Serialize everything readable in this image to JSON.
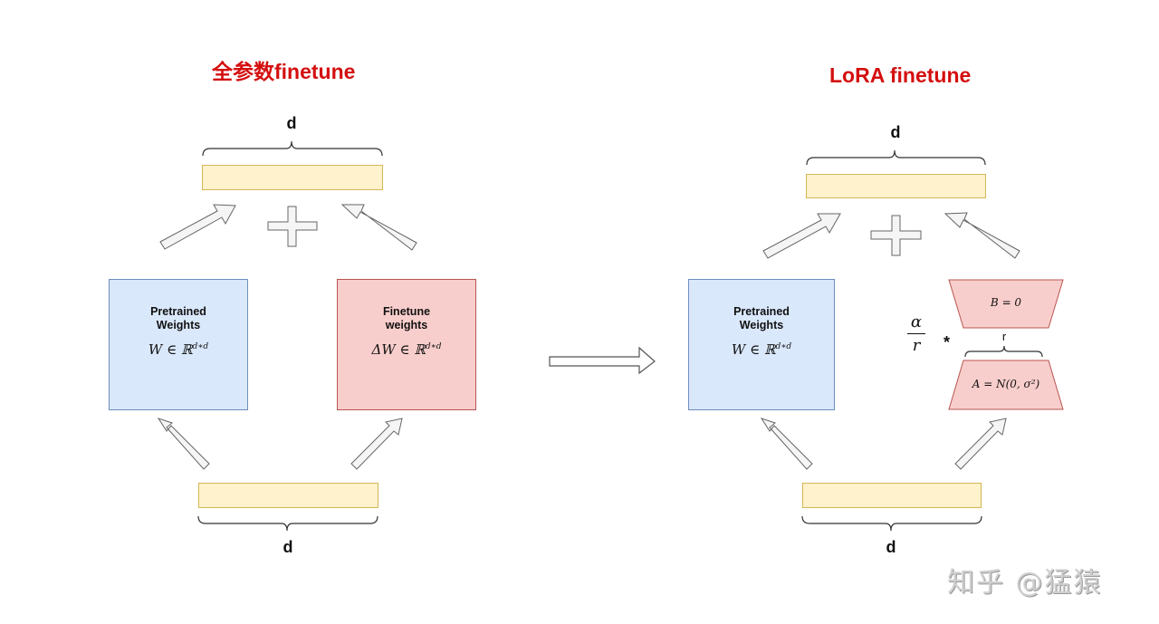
{
  "left_panel": {
    "title": "全参数finetune",
    "top_dim_label": "d",
    "bottom_dim_label": "d",
    "plus_symbol": "+",
    "pretrained": {
      "name_line1": "Pretrained",
      "name_line2": "Weights",
      "formula_main": "W ∈ ℝ",
      "formula_sup": "d∗d"
    },
    "finetune": {
      "name_line1": "Finetune",
      "name_line2": "weights",
      "formula_main": "ΔW ∈ ℝ",
      "formula_sup": "d∗d"
    }
  },
  "right_panel": {
    "title": "LoRA finetune",
    "top_dim_label": "d",
    "bottom_dim_label": "d",
    "plus_symbol": "+",
    "pretrained": {
      "name_line1": "Pretrained",
      "name_line2": "Weights",
      "formula_main": "W ∈ ℝ",
      "formula_sup": "d∗d"
    },
    "lora_b": {
      "formula": "B = 0"
    },
    "lora_a": {
      "formula": "A = N(0, σ²)"
    },
    "rank_label": "r",
    "scale_numerator": "α",
    "scale_denominator": "r",
    "multiply_symbol": "*"
  },
  "transition_arrow": "→",
  "watermark": "知乎 @猛猿",
  "colors": {
    "title": "#d40f0f",
    "vector_fill": "#fff2cc",
    "vector_stroke": "#d6b656",
    "pretrained_fill": "#dae8fc",
    "pretrained_stroke": "#6c8ebf",
    "finetune_fill": "#f8cecc",
    "finetune_stroke": "#b85450",
    "arrow_fill": "#f5f5f5",
    "arrow_stroke": "#666666"
  }
}
